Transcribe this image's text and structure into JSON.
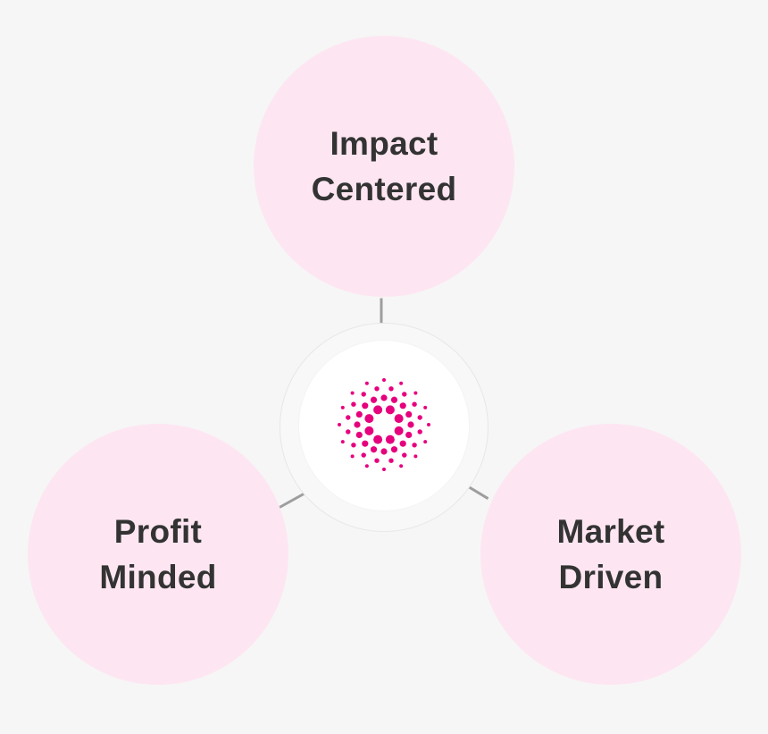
{
  "diagram": {
    "center": {
      "icon": "radial-dots-logo-icon",
      "color": "#e6007e"
    },
    "nodes": {
      "top": {
        "line1": "Impact",
        "line2": "Centered"
      },
      "left": {
        "line1": "Profit",
        "line2": "Minded"
      },
      "right": {
        "line1": "Market",
        "line2": "Driven"
      }
    },
    "colors": {
      "background": "#f6f6f6",
      "node_fill": "#fde6f1",
      "hub_fill": "#ffffff",
      "text": "#333333",
      "connector": "#9e9e9e",
      "accent": "#e6007e"
    }
  }
}
